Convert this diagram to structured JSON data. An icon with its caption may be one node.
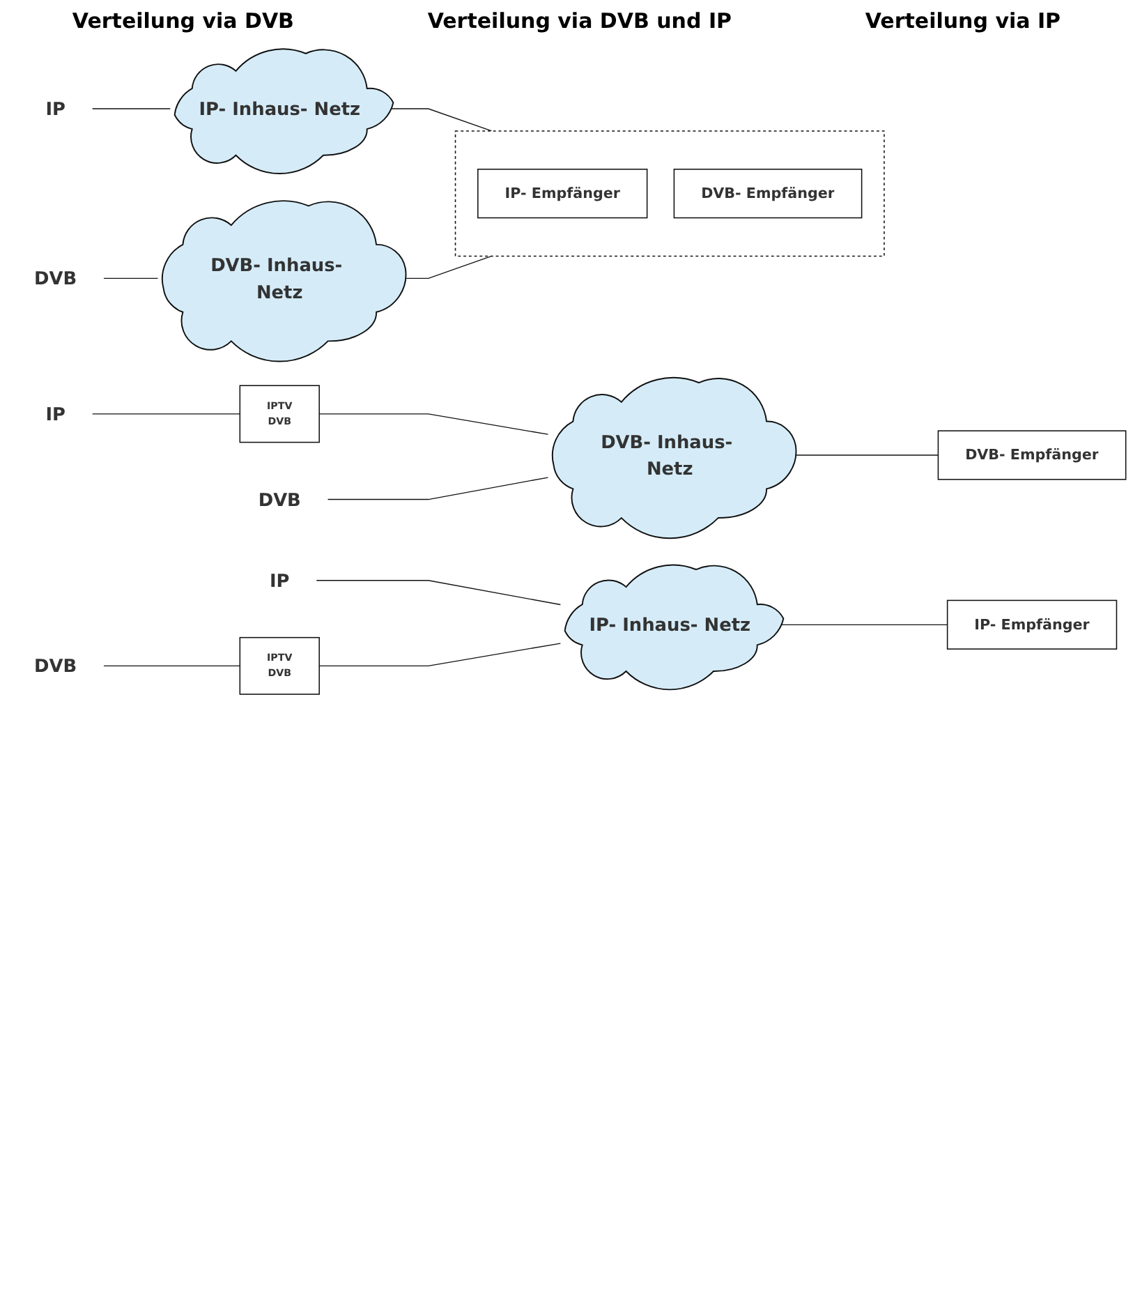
{
  "diagram": {
    "nodes": [
      {
        "text": [
          "IP"
        ]
      },
      {
        "text": [
          "DVB"
        ]
      },
      {
        "text": [
          "IPTV",
          "DVB"
        ]
      },
      {
        "text": [
          "DVB- Inhaus- Netz"
        ]
      },
      {
        "text": [
          "DVB- Empfänger"
        ]
      },
      {
        "text": [
          "IP"
        ]
      },
      {
        "text": [
          "DVB"
        ]
      },
      {
        "text": [
          "IP- Inhaus- Netz"
        ]
      },
      {
        "text": [
          "DVB- Inhaus- Netz"
        ]
      },
      {
        "text": [],
        "shape": "box"
      },
      {
        "text": [
          "IP- Empfänger"
        ],
        "in": 9
      },
      {
        "text": [
          "DVB- Empfänger"
        ],
        "in": 9
      },
      {
        "text": [
          "IP"
        ]
      },
      {
        "text": [
          "DVB"
        ]
      },
      {
        "text": [
          "IPTV",
          "DVB"
        ]
      },
      {
        "text": [
          "IP- Inhaus- Netz"
        ]
      },
      {
        "text": [
          "IP- Empfänger"
        ]
      }
    ],
    "edges": [
      {
        "from": 0,
        "to": 2,
        "arrow": "none"
      },
      {
        "from": 2,
        "to": 3,
        "arrow": "none"
      },
      {
        "from": 1,
        "to": 3,
        "arrow": "none"
      },
      {
        "from": 3,
        "to": 4,
        "arrow": "none"
      },
      {
        "from": 5,
        "to": 7,
        "arrow": "none"
      },
      {
        "from": 6,
        "to": 8,
        "arrow": "none"
      },
      {
        "from": 7,
        "to": 9,
        "arrow": "none"
      },
      {
        "from": 8,
        "to": 9,
        "arrow": "none"
      },
      {
        "from": 12,
        "to": 15,
        "arrow": "none"
      },
      {
        "from": 13,
        "to": 14,
        "arrow": "none"
      },
      {
        "from": 14,
        "to": 15,
        "arrow": "none"
      },
      {
        "from": 15,
        "to": 16,
        "arrow": "none"
      }
    ],
    "labels": [
      "Verteilung via DVB",
      "Verteilung via DVB und IP",
      "Verteilung via IP"
    ]
  }
}
